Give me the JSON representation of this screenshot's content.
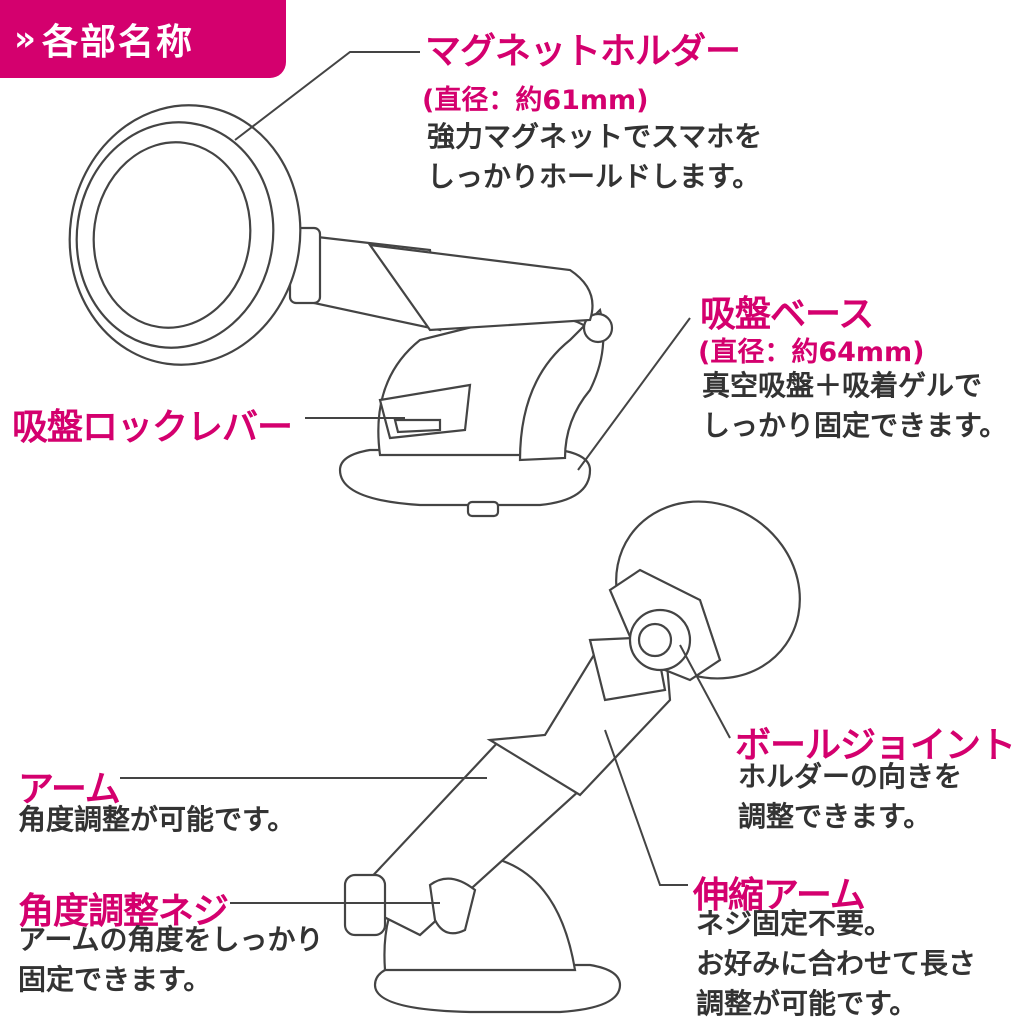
{
  "header": {
    "chevron": "»",
    "title": "各部名称"
  },
  "parts": {
    "magnet_holder": {
      "label": "マグネットホルダー",
      "sub": "(直径：約61mm)",
      "desc": [
        "強力マグネットでスマホを",
        "しっかりホールドします。"
      ]
    },
    "suction_base": {
      "label": "吸盤ベース",
      "sub": "(直径：約64mm)",
      "desc": [
        "真空吸盤＋吸着ゲルで",
        "しっかり固定できます。"
      ]
    },
    "lock_lever": {
      "label": "吸盤ロックレバー"
    },
    "ball_joint": {
      "label": "ボールジョイント",
      "desc": [
        "ホルダーの向きを",
        "調整できます。"
      ]
    },
    "arm": {
      "label": "アーム",
      "desc": [
        "角度調整が可能です。"
      ]
    },
    "angle_screw": {
      "label": "角度調整ネジ",
      "desc": [
        "アームの角度をしっかり",
        "固定できます。"
      ]
    },
    "telescopic_arm": {
      "label": "伸縮アーム",
      "desc": [
        "ネジ固定不要。",
        "お好みに合わせて長さ",
        "調整が可能です。"
      ]
    }
  },
  "colors": {
    "accent": "#d4006e",
    "text": "#333333",
    "line": "#444444"
  }
}
